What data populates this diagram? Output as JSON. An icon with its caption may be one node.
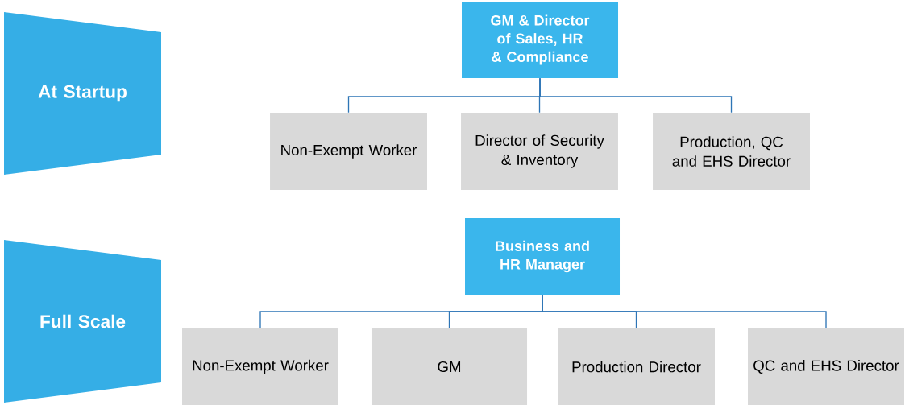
{
  "diagram": {
    "nodes": [
      {
        "text": [
          "At Startup"
        ]
      },
      {
        "text": [
          "GM & Director of Sales, HR & Compliance"
        ]
      },
      {
        "text": [
          "Non-Exempt Worker"
        ]
      },
      {
        "text": [
          "Director of Security & Inventory"
        ]
      },
      {
        "text": [
          "Production, QC and EHS Director"
        ]
      },
      {
        "text": [
          "Full Scale"
        ]
      },
      {
        "text": [
          "Business and HR Manager"
        ]
      },
      {
        "text": [
          "Non-Exempt Worker"
        ]
      },
      {
        "text": [
          "GM"
        ]
      },
      {
        "text": [
          "Production Director"
        ]
      },
      {
        "text": [
          "QC and EHS Director"
        ]
      }
    ],
    "edges": [
      {
        "from": 1,
        "to": 2,
        "arrow": "none"
      },
      {
        "from": 1,
        "to": 3,
        "arrow": "none"
      },
      {
        "from": 1,
        "to": 4,
        "arrow": "none"
      },
      {
        "from": 6,
        "to": 7,
        "arrow": "none"
      },
      {
        "from": 6,
        "to": 8,
        "arrow": "none"
      },
      {
        "from": 6,
        "to": 9,
        "arrow": "none"
      },
      {
        "from": 6,
        "to": 10,
        "arrow": "none"
      }
    ]
  }
}
